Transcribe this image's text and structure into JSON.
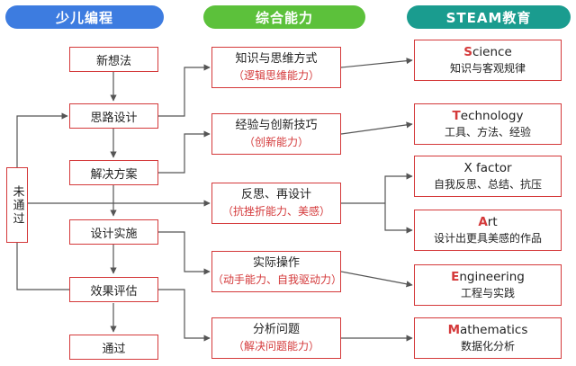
{
  "headers": {
    "left": "少儿编程",
    "mid": "综合能力",
    "right": "STEAM教育"
  },
  "left_steps": [
    "新想法",
    "思路设计",
    "解决方案",
    "设计实施",
    "效果评估",
    "通过"
  ],
  "side_label": "未通过",
  "mid_items": [
    {
      "title": "知识与思维方式",
      "sub": "（逻辑思维能力）"
    },
    {
      "title": "经验与创新技巧",
      "sub": "（创新能力）"
    },
    {
      "title": "反思、再设计",
      "sub": "（抗挫折能力、美感）"
    },
    {
      "title": "实际操作",
      "sub": "（动手能力、自我驱动力）"
    },
    {
      "title": "分析问题",
      "sub": "（解决问题能力）"
    }
  ],
  "right_items": [
    {
      "first": "S",
      "rest": "cience",
      "desc": "知识与客观规律"
    },
    {
      "first": "T",
      "rest": "echnology",
      "desc": "工具、方法、经验"
    },
    {
      "first": "",
      "rest": "X factor",
      "desc": "自我反思、总结、抗压"
    },
    {
      "first": "A",
      "rest": "rt",
      "desc": "设计出更具美感的作品"
    },
    {
      "first": "E",
      "rest": "ngineering",
      "desc": "工程与实践"
    },
    {
      "first": "M",
      "rest": "athematics",
      "desc": "数据化分析"
    }
  ],
  "colors": {
    "blue": "#3d7ce0",
    "green": "#5cc13b",
    "teal": "#1a9c8f",
    "border_red": "#d4393a",
    "line_gray": "#555555"
  }
}
